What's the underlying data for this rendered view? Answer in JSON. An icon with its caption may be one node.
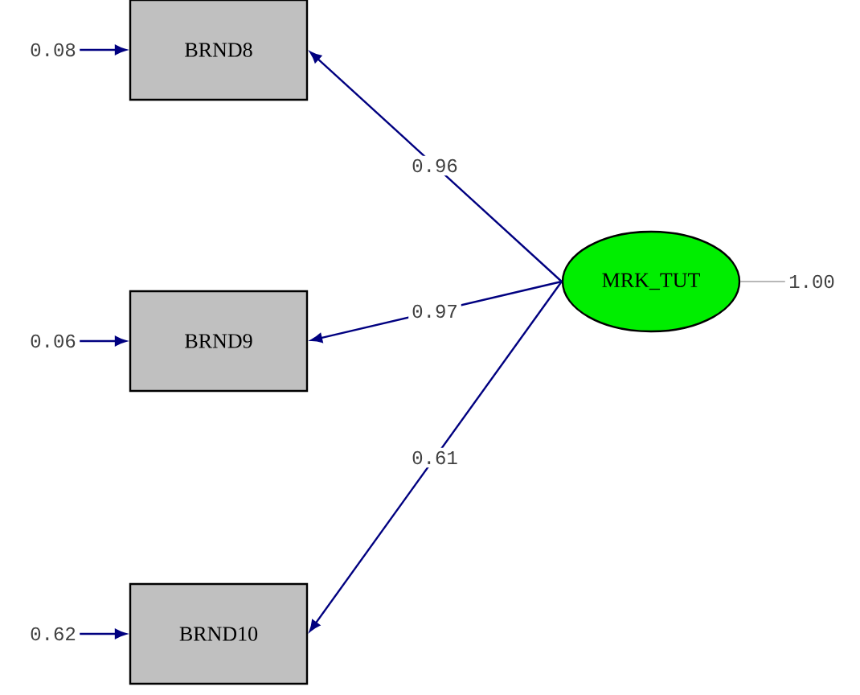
{
  "diagram": {
    "nodes": [
      {
        "text": [
          "BRND8"
        ]
      },
      {
        "text": [
          "BRND9"
        ]
      },
      {
        "text": [
          "BRND10"
        ]
      },
      {
        "text": [
          "MRK_TUT"
        ]
      },
      {
        "text": [
          "0.08"
        ]
      },
      {
        "text": [
          "0.06"
        ]
      },
      {
        "text": [
          "0.62"
        ]
      },
      {
        "text": [
          "1.00"
        ]
      }
    ],
    "edges": [
      {
        "from": 3,
        "to": 0,
        "arrow": "to",
        "label": "0.96"
      },
      {
        "from": 3,
        "to": 1,
        "arrow": "to",
        "label": "0.97"
      },
      {
        "from": 3,
        "to": 2,
        "arrow": "to",
        "label": "0.61"
      },
      {
        "from": 4,
        "to": 0,
        "arrow": "to"
      },
      {
        "from": 5,
        "to": 1,
        "arrow": "to"
      },
      {
        "from": 6,
        "to": 2,
        "arrow": "to"
      },
      {
        "from": 7,
        "to": 3,
        "arrow": "none",
        "color": "#a0a0a0"
      }
    ]
  }
}
